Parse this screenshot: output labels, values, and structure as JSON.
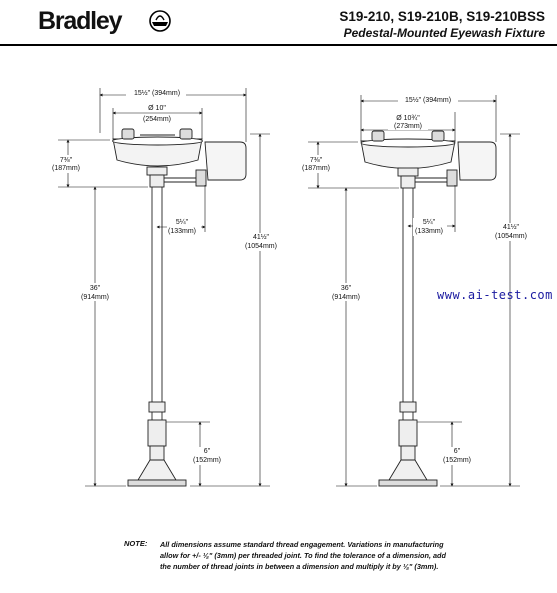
{
  "header": {
    "brand": "Bradley",
    "model_line": "S19-210, S19-210B, S19-210BSS",
    "subtitle": "Pedestal-Mounted Eyewash Fixture"
  },
  "left_view": {
    "overall_width": "15½\" (394mm)",
    "bowl_diameter_in": "Ø 10\"",
    "bowl_diameter_mm": "(254mm)",
    "bowl_height_in": "7⅜\"",
    "bowl_height_mm": "(187mm)",
    "offset_in": "5¼\"",
    "offset_mm": "(133mm)",
    "total_height_in": "41½\"",
    "total_height_mm": "(1054mm)",
    "pedestal_height_in": "36\"",
    "pedestal_height_mm": "(914mm)",
    "base_height_in": "6\"",
    "base_height_mm": "(152mm)"
  },
  "right_view": {
    "overall_width": "15½\" (394mm)",
    "bowl_diameter_in": "Ø 10¾\"",
    "bowl_diameter_mm": "(273mm)",
    "bowl_height_in": "7⅜\"",
    "bowl_height_mm": "(187mm)",
    "offset_in": "5¼\"",
    "offset_mm": "(133mm)",
    "total_height_in": "41½\"",
    "total_height_mm": "(1054mm)",
    "pedestal_height_in": "36\"",
    "pedestal_height_mm": "(914mm)",
    "base_height_in": "6\"",
    "base_height_mm": "(152mm)"
  },
  "watermark": "www.ai-test.com",
  "note": {
    "label": "NOTE:",
    "line1": "All dimensions assume standard thread engagement. Variations in manufacturing",
    "line2": "allow for +/- ⅛\" (3mm) per threaded joint. To find the tolerance of a dimension, add",
    "line3": "the number of thread joints in between a dimension and multiply it by ⅛\" (3mm)."
  }
}
